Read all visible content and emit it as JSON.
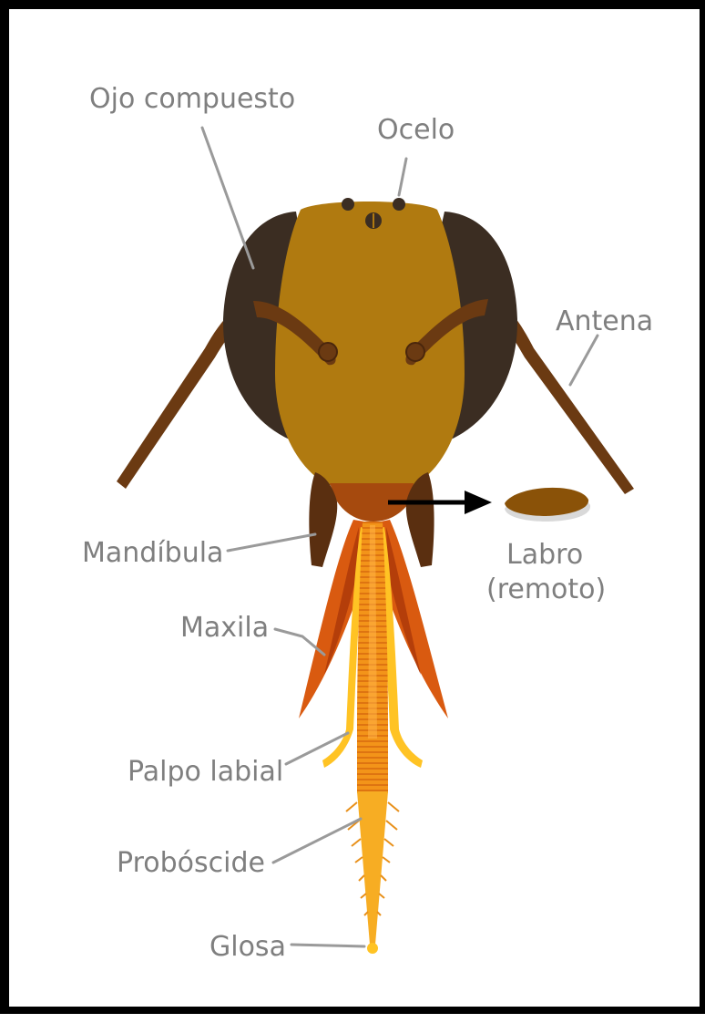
{
  "labels": {
    "compound_eye": "Ojo compuesto",
    "ocellus": "Ocelo",
    "antenna": "Antena",
    "mandible": "Mandíbula",
    "labrum_line1": "Labro",
    "labrum_line2": "(remoto)",
    "maxilla": "Maxila",
    "labial_palp": "Palpo labial",
    "proboscis": "Probóscide",
    "glossa": "Glosa"
  },
  "colors": {
    "head": "#b07a10",
    "compound_eye": "#3b2d22",
    "antenna": "#6b3a12",
    "mandible": "#5a2f10",
    "maxilla": "#d95a10",
    "labial_palp": "#ffc324",
    "proboscis": "#f39419",
    "label_text": "#7f7f7f",
    "leader_line": "#9a9a9a",
    "arrow": "#000000"
  }
}
